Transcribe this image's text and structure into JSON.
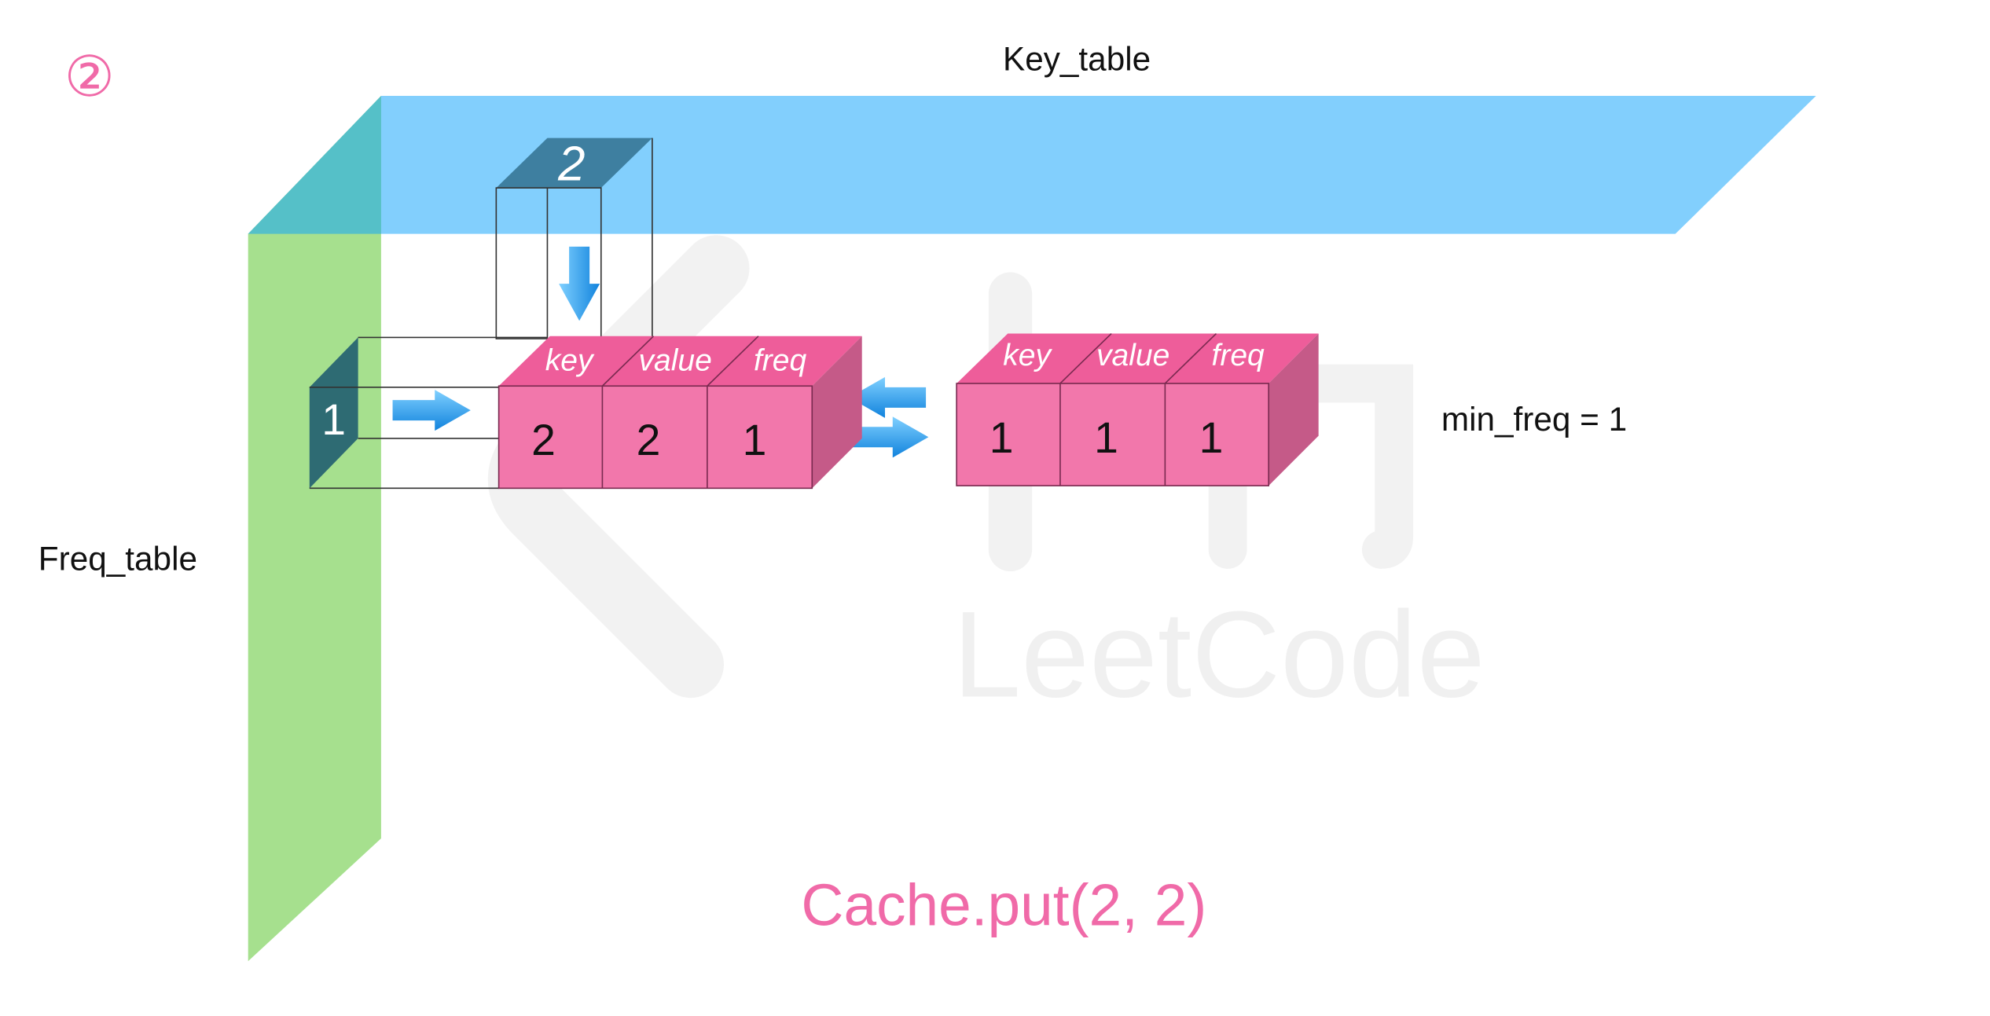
{
  "step_marker": "②",
  "key_table_label": "Key_table",
  "freq_table_label": "Freq_table",
  "min_freq_label": "min_freq = 1",
  "caption": "Cache.put(2, 2)",
  "watermark": "LeetCode",
  "key_slot_label": "2",
  "freq_slot_label": "1",
  "node_headers": [
    "key",
    "value",
    "freq"
  ],
  "nodes": [
    {
      "key": "2",
      "value": "2",
      "freq": "1"
    },
    {
      "key": "1",
      "value": "1",
      "freq": "1"
    }
  ],
  "colors": {
    "key_table": "#82cffd",
    "freq_table": "#a6e08e",
    "overlap": "#55c0c8",
    "node_front": "#f277ab",
    "node_top": "#ee5d9a",
    "node_side": "#c55a88",
    "slot_dark": "#3e8aa5",
    "freq_slot_dark": "#2e6b73",
    "arrow": "#1e9be8",
    "caption": "#f06aa8",
    "marker": "#f06aa8"
  }
}
